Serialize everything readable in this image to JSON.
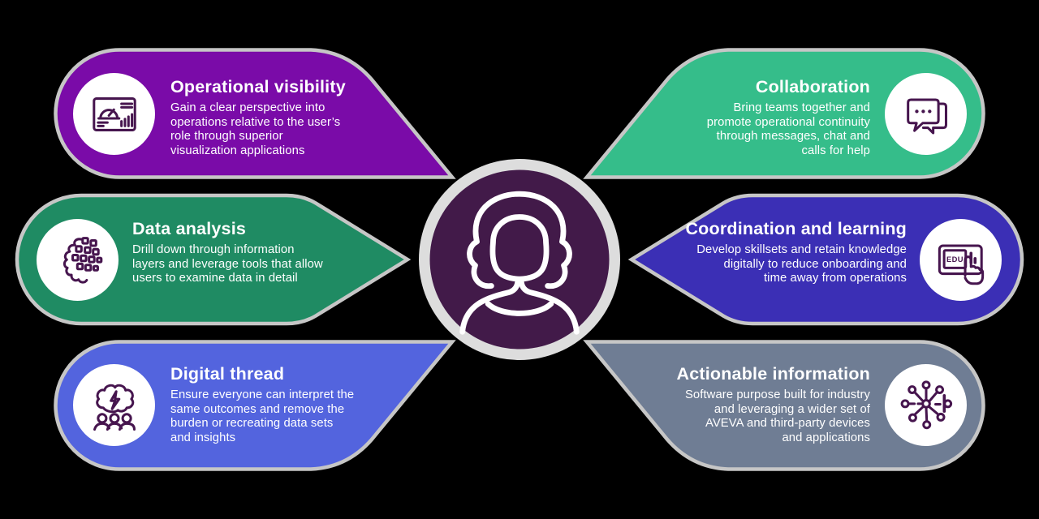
{
  "style": {
    "background": "#000000",
    "petal_border": "#C6C6C6",
    "center_ring": "#DDDDDD",
    "icon_stroke": "#46154E",
    "text_color": "#FFFFFF"
  },
  "center": {
    "icon": "woman-avatar-icon",
    "fill": "#421A49"
  },
  "petals": [
    {
      "id": "operational-visibility",
      "position": "top-left",
      "color": "#7A0BA8",
      "icon": "dashboard-gauge-icon",
      "title": "Operational visibility",
      "description": "Gain a clear perspective into\noperations relative to the user’s\nrole through superior\nvisualization applications"
    },
    {
      "id": "data-analysis",
      "position": "middle-left",
      "color": "#1F8B63",
      "icon": "data-cluster-icon",
      "title": "Data analysis",
      "description": "Drill down through information\nlayers and leverage tools that allow\nusers to examine data in detail"
    },
    {
      "id": "digital-thread",
      "position": "bottom-left",
      "color": "#5364DE",
      "icon": "brain-team-icon",
      "title": "Digital thread",
      "description": "Ensure everyone can interpret the\nsame outcomes and remove the\nburden or recreating data sets\nand insights"
    },
    {
      "id": "collaboration",
      "position": "top-right",
      "color": "#35BD8A",
      "icon": "chat-bubbles-icon",
      "title": "Collaboration",
      "description": "Bring teams together and\npromote operational continuity\nthrough messages, chat and\ncalls for help"
    },
    {
      "id": "coordination-and-learning",
      "position": "middle-right",
      "color": "#3B2FB5",
      "icon": "edu-tablet-icon",
      "title": "Coordination and learning",
      "description": "Develop skillsets and retain knowledge\ndigitally to reduce onboarding and\ntime away from operations"
    },
    {
      "id": "actionable-information",
      "position": "bottom-right",
      "color": "#6F7D94",
      "icon": "network-nodes-icon",
      "title": "Actionable information",
      "description": "Software purpose built for industry\nand leveraging a wider set of\nAVEVA and third-party devices\nand applications"
    }
  ]
}
